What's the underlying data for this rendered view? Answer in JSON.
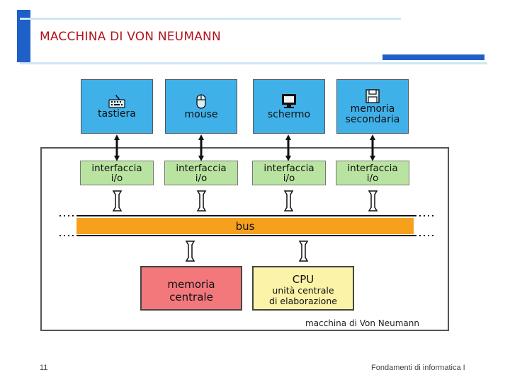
{
  "slide": {
    "title": "MACCHINA DI VON NEUMANN",
    "page_number": "11",
    "footer": "Fondamenti di informatica I"
  },
  "diagram": {
    "devices": [
      {
        "label": "tastiera",
        "icon": "keyboard-icon"
      },
      {
        "label": "mouse",
        "icon": "mouse-icon"
      },
      {
        "label": "schermo",
        "icon": "monitor-icon"
      },
      {
        "label": "memoria secondaria",
        "label_line1": "memoria",
        "label_line2": "secondaria",
        "icon": "floppy-disk-icon"
      }
    ],
    "interfaces": [
      {
        "line1": "interfaccia",
        "line2": "i/o"
      },
      {
        "line1": "interfaccia",
        "line2": "i/o"
      },
      {
        "line1": "interfaccia",
        "line2": "i/o"
      },
      {
        "line1": "interfaccia",
        "line2": "i/o"
      }
    ],
    "bus_label": "bus",
    "memory": {
      "line1": "memoria",
      "line2": "centrale"
    },
    "cpu": {
      "title": "CPU",
      "line1": "unità centrale",
      "line2": "di elaborazione"
    },
    "caption": "macchina di Von Neumann"
  },
  "colors": {
    "title": "#b5121b",
    "accent_blue": "#1f5fc8",
    "device_fill": "#3fb0e8",
    "interface_fill": "#b9e3a0",
    "bus_fill": "#f7a01e",
    "memory_fill": "#f2787c",
    "cpu_fill": "#fbf3a8"
  }
}
